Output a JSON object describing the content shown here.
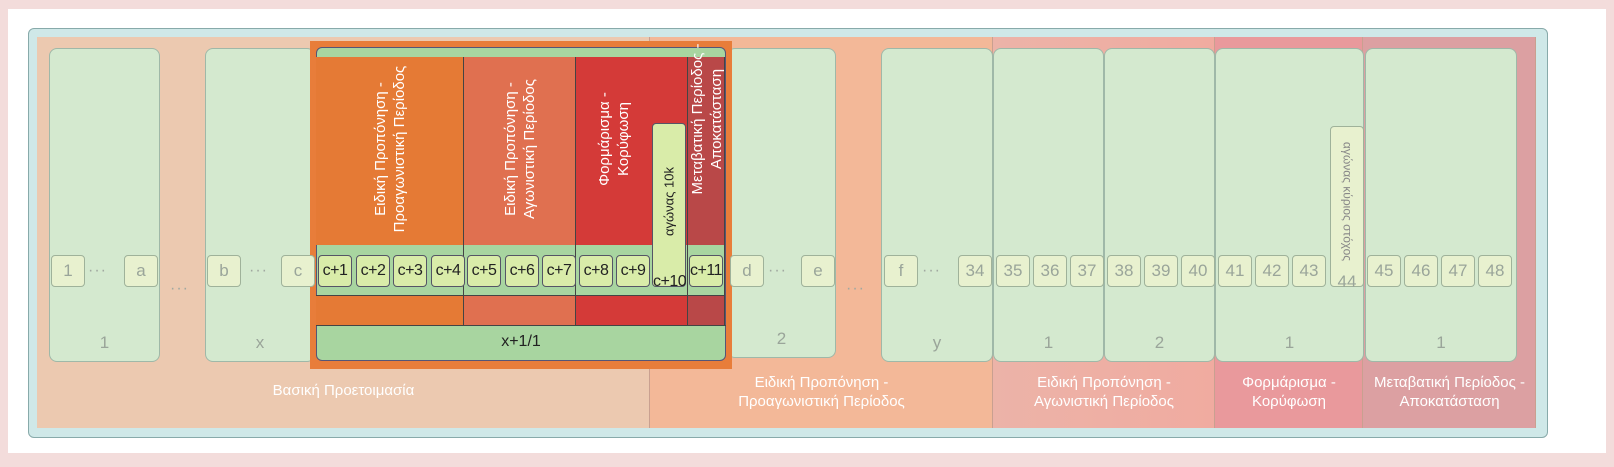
{
  "phases": [
    {
      "label": "Βασική Προετοιμασία",
      "color": "#ecc9b0"
    },
    {
      "label": "Ειδική Προπόνηση - Προαγωνιστική Περίοδος",
      "color": "#f3b898"
    },
    {
      "label": "Ειδική Προπόνηση - Αγωνιστική Περίοδος",
      "color": "#edb0a5"
    },
    {
      "label": "Φορμάρισμα - Κορύφωση",
      "color": "#e9999c"
    },
    {
      "label": "Μεταβατική Περίοδος - Αποκατάσταση",
      "color": "#dca0a2"
    }
  ],
  "phase_label_lines": [
    [
      "Βασική Προετοιμασία"
    ],
    [
      "Ειδική Προπόνηση -",
      "Προαγωνιστική Περίοδος"
    ],
    [
      "Ειδική Προπόνηση -",
      "Αγωνιστική Περίοδος"
    ],
    [
      "Φορμάρισμα -",
      "Κορύφωση"
    ],
    [
      "Μεταβατική Περίοδος -",
      "Αποκατάσταση"
    ]
  ],
  "mesocycles": [
    "1",
    "x",
    "2",
    "y",
    "1",
    "2",
    "1",
    "1"
  ],
  "highlight": {
    "mesocycle_label": "x+1/1",
    "subphases": [
      {
        "lines": [
          "Ειδική Προπόνηση -",
          "Προαγωνιστική Περίοδος"
        ],
        "color": "#e57a35"
      },
      {
        "lines": [
          "Ειδική Προπόνηση -",
          "Αγωνιστική Περίοδος"
        ],
        "color": "#e07050"
      },
      {
        "lines": [
          "Φορμάρισμα -",
          "Κορύφωση"
        ],
        "color": "#d43a38"
      },
      {
        "lines": [
          "Μεταβατική Περίοδος -",
          "Αποκατάσταση"
        ],
        "color": "#b94848"
      }
    ],
    "race_10k": "αγώνας 10k"
  },
  "main_race": "αγώνας κύριος στόχος",
  "weeks": [
    "1",
    "a",
    "b",
    "c",
    "c+1",
    "c+2",
    "c+3",
    "c+4",
    "c+5",
    "c+6",
    "c+7",
    "c+8",
    "c+9",
    "c+10",
    "c+11",
    "d",
    "e",
    "f",
    "34",
    "35",
    "36",
    "37",
    "38",
    "39",
    "40",
    "41",
    "42",
    "43",
    "44",
    "45",
    "46",
    "47",
    "48"
  ],
  "ellipsis": "···"
}
